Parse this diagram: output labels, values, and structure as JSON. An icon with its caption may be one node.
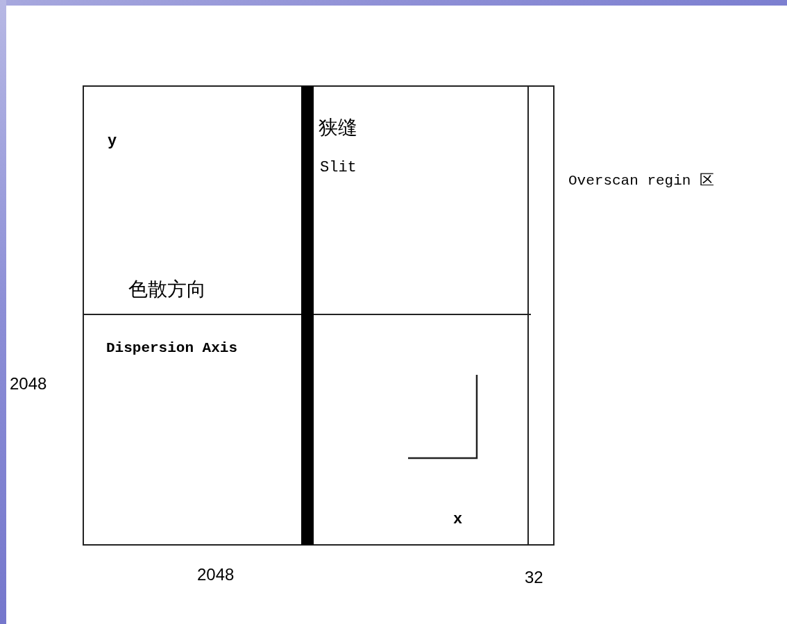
{
  "diagram": {
    "labels": [
      "狭缝",
      "y",
      "Slit",
      "Overscan regin 区",
      "色散方向",
      "Dispersion Axis",
      "2048",
      "x",
      "2048",
      "32"
    ]
  }
}
